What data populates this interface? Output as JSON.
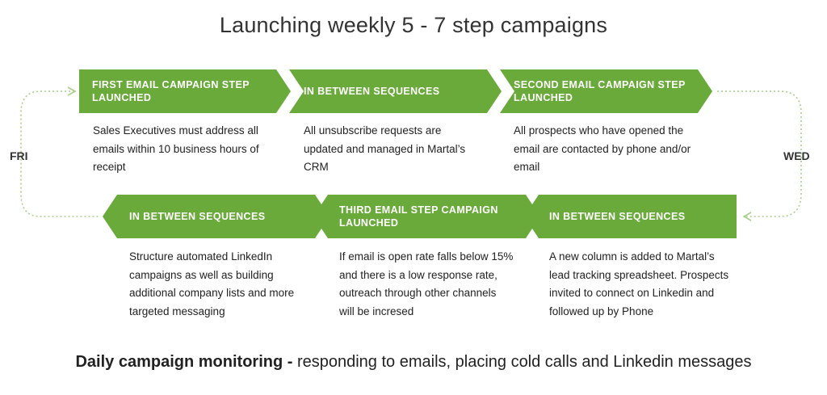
{
  "title": "Launching weekly 5 - 7 step campaigns",
  "colors": {
    "step_fill": "#6aaa3a",
    "connector": "#a9cf8a",
    "text": "#222222"
  },
  "days": {
    "left": "FRI",
    "right": "WED"
  },
  "steps": [
    {
      "label": "FIRST EMAIL CAMPAIGN STEP LAUNCHED",
      "description": "Sales Executives must address all emails within 10 business hours of receipt"
    },
    {
      "label": "IN BETWEEN SEQUENCES",
      "description": "All unsubscribe requests are updated and managed in Martal’s CRM"
    },
    {
      "label": "SECOND EMAIL CAMPAIGN STEP LAUNCHED",
      "description": "All prospects who have opened the email are contacted by phone and/or email"
    },
    {
      "label": "IN BETWEEN SEQUENCES",
      "description": "A new column is added to Martal’s lead tracking spreadsheet. Prospects invited to connect on Linkedin and followed up by Phone"
    },
    {
      "label": "THIRD EMAIL STEP CAMPAIGN LAUNCHED",
      "description": "If email is open rate falls below 15% and there is a low response rate, outreach through other channels will be incresed"
    },
    {
      "label": "IN BETWEEN SEQUENCES",
      "description": "Structure automated LinkedIn campaigns as well as building additional company lists and more targeted messaging"
    }
  ],
  "footer": {
    "bold": "Daily campaign monitoring -",
    "text": " responding to emails, placing cold calls and Linkedin messages"
  }
}
